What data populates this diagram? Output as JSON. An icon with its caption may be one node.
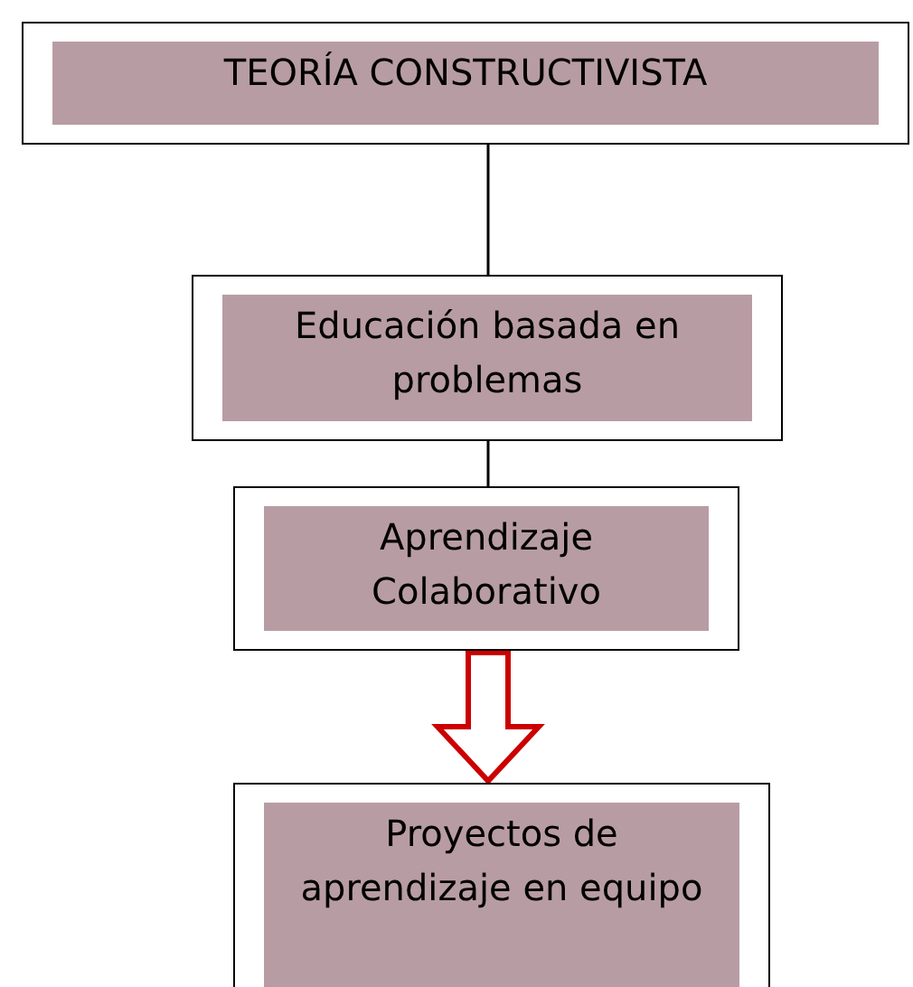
{
  "diagram": {
    "nodes": [
      {
        "text": [
          "TEORÍA CONSTRUCTIVISTA"
        ]
      },
      {
        "text": [
          "Educación basada en problemas"
        ]
      },
      {
        "text": [
          "Aprendizaje Colaborativo"
        ]
      },
      {
        "text": [
          "Proyectos de aprendizaje en equipo"
        ]
      }
    ],
    "edges": [
      {
        "from": 0,
        "to": 1,
        "arrow": "none"
      },
      {
        "from": 1,
        "to": 2,
        "arrow": "none"
      },
      {
        "from": 2,
        "to": 3,
        "arrow": "to",
        "style": "thick",
        "color": "#cc0000"
      }
    ]
  }
}
